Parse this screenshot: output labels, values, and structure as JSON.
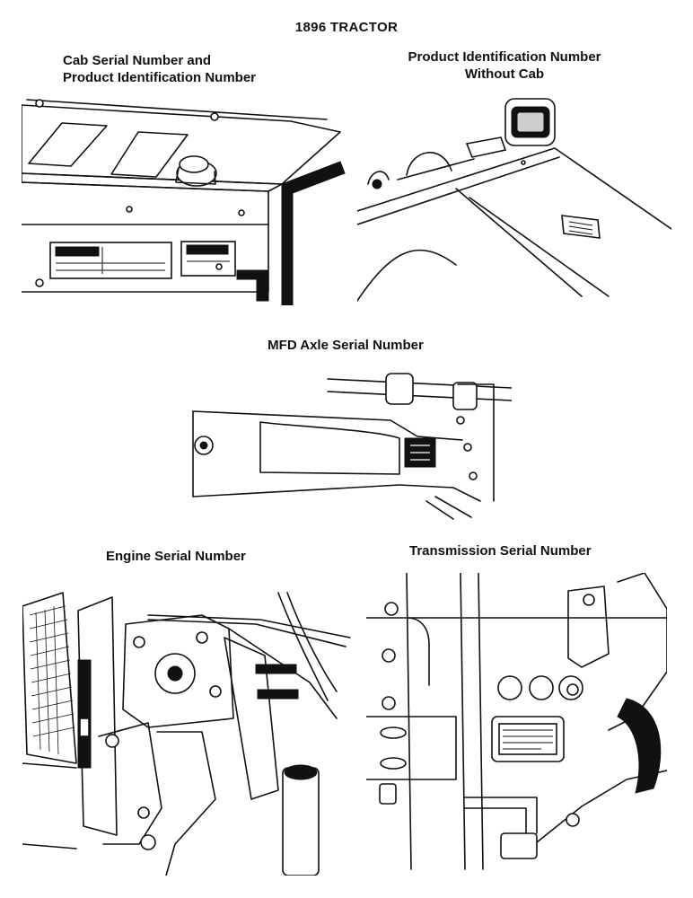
{
  "page_title": "1896 TRACTOR",
  "captions": {
    "cab_line1": "Cab Serial Number and",
    "cab_line2": "Product Identification Number",
    "pin_line1": "Product Identification Number",
    "pin_line2": "Without Cab",
    "mfd": "MFD Axle Serial Number",
    "engine": "Engine Serial Number",
    "transmission": "Transmission Serial Number"
  }
}
